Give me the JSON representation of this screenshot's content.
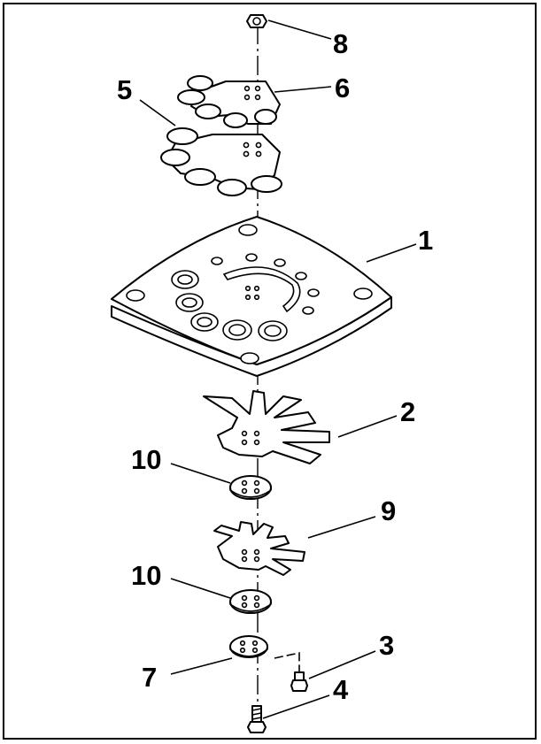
{
  "diagram": {
    "callouts": [
      {
        "id": "c8",
        "text": "8"
      },
      {
        "id": "c6",
        "text": "6"
      },
      {
        "id": "c5",
        "text": "5"
      },
      {
        "id": "c1",
        "text": "1"
      },
      {
        "id": "c2",
        "text": "2"
      },
      {
        "id": "c10a",
        "text": "10"
      },
      {
        "id": "c9",
        "text": "9"
      },
      {
        "id": "c10b",
        "text": "10"
      },
      {
        "id": "c3",
        "text": "3"
      },
      {
        "id": "c7",
        "text": "7"
      },
      {
        "id": "c4",
        "text": "4"
      }
    ]
  }
}
